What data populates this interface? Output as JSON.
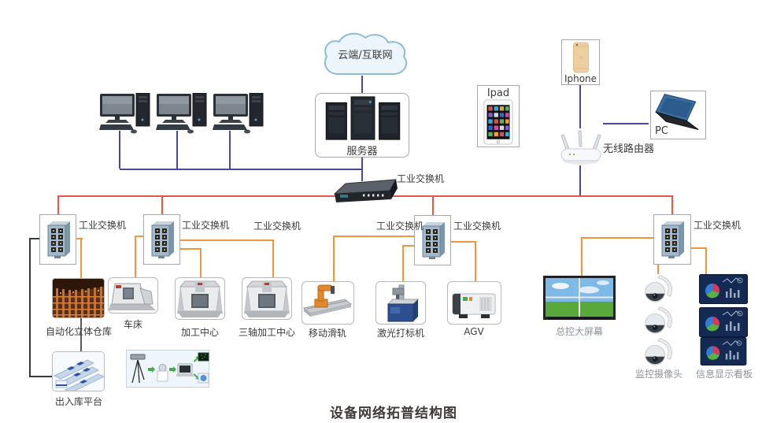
{
  "title": "设备网络拓普结构图",
  "cloud": {
    "label": "云端/互联网"
  },
  "server": {
    "label": "服务器"
  },
  "core_switch": {
    "label": "工业交换机"
  },
  "mobile": {
    "ipad": "Ipad",
    "iphone": "Iphone",
    "pc": "PC",
    "router": "无线路由器"
  },
  "switches": {
    "s1": "工业交换机",
    "s2": "工业交换机",
    "s3_float": "工业交换机",
    "s3_left": "工业交换机",
    "s3_right": "工业交换机",
    "s4": "工业交换机"
  },
  "devices": {
    "warehouse": "自动化立体仓库",
    "lathe": "车床",
    "machining": "加工中心",
    "three_axis": "三轴加工中心",
    "slide_rail": "移动滑轨",
    "laser": "激光打标机",
    "agv": "AGV",
    "big_screen": "总控大屏幕",
    "cameras": "监控摄像头",
    "boards": "信息显示看板",
    "platform": "出入库平台"
  },
  "colors": {
    "lan_line": "#4a4898",
    "backbone_line": "#e2574a",
    "branch_line": "#f0953a",
    "device_line": "#3a3a3a"
  }
}
